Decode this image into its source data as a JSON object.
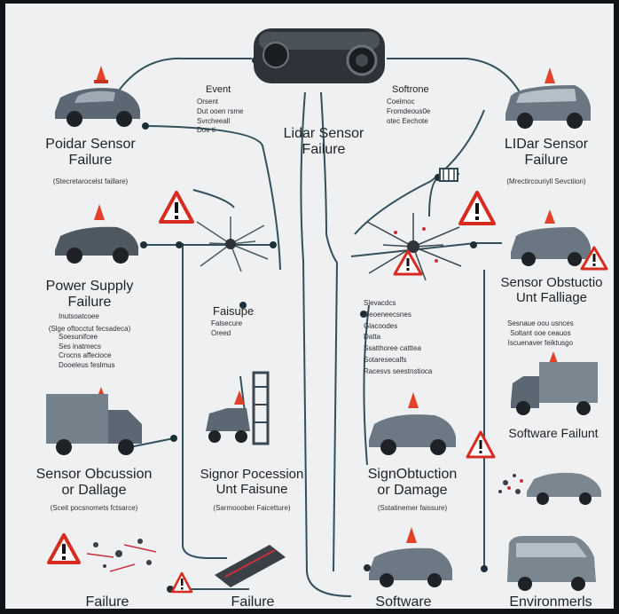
{
  "center": {
    "title": "Lidar Sensor",
    "title2": "Failure"
  },
  "left_notes": {
    "head": "Event",
    "lines": [
      "Orsent",
      "Dut ooen rsme",
      "Svrcheeall",
      "Doe ti"
    ]
  },
  "right_notes": {
    "head": "Softrone",
    "lines": [
      "Coelmoc",
      "Fromdeous0e",
      "otec Eechote"
    ]
  },
  "nodes": [
    {
      "title": "Poidar Sensor",
      "title2": "Failure",
      "sub": "(Stecretarocelst faillare)"
    },
    {
      "title": "LIDar Sensor",
      "title2": "Failure",
      "sub": "(Mrectircouriyll Sevctiion)"
    },
    {
      "title": "Power Supply",
      "title2": "Failure",
      "sub": "(Slge oftocctut fecsadeca)"
    },
    {
      "title": "Sensor Obstuctio",
      "title2": "Unt Falliage",
      "sub": ""
    },
    {
      "title": "Sensor Obcussion",
      "title2": "or Dallage",
      "sub": "(Sceit pocsnomets fctsarce)"
    },
    {
      "title": "Signor Pocession",
      "title2": "Unt Faisune",
      "sub": "(Sarmooober Faicetture)"
    },
    {
      "title": "SignObtuction",
      "title2": "or Damage",
      "sub": "(Sstatinemer faissure)"
    },
    {
      "title": "Software Failunt",
      "title2": "",
      "sub": ""
    },
    {
      "title": "Failure",
      "title2": "",
      "sub": ""
    },
    {
      "title": "Failure",
      "title2": "",
      "sub": ""
    },
    {
      "title": "Software",
      "title2": "",
      "sub": ""
    },
    {
      "title": "Environmerls",
      "title2": "",
      "sub": ""
    }
  ],
  "power_notes": [
    "Inutsoatcoee",
    "Soesunifcee",
    "Ses inatmecs",
    "Crocns affecioce",
    "Dooeleus feslmus"
  ],
  "mid_notes": {
    "head": "Faisupe",
    "lines": [
      "Falsecure",
      "Oreed"
    ]
  },
  "right_list": [
    "Slevacdcs",
    "Geoeneecsnes",
    "Glacoodes",
    "Datta",
    "Ssatthoree catttea",
    "Sotaresecalfs",
    "Racesvs seestnstioca"
  ],
  "obs_notes": [
    "Sesnaue oou usnces",
    "Soltant ooe ceauos",
    "Iscuenaver feiktusgo"
  ],
  "colors": {
    "wire": "#2f4a55",
    "warn": "#d82b1f",
    "car": "#5b6772",
    "cone": "#e0432a"
  }
}
